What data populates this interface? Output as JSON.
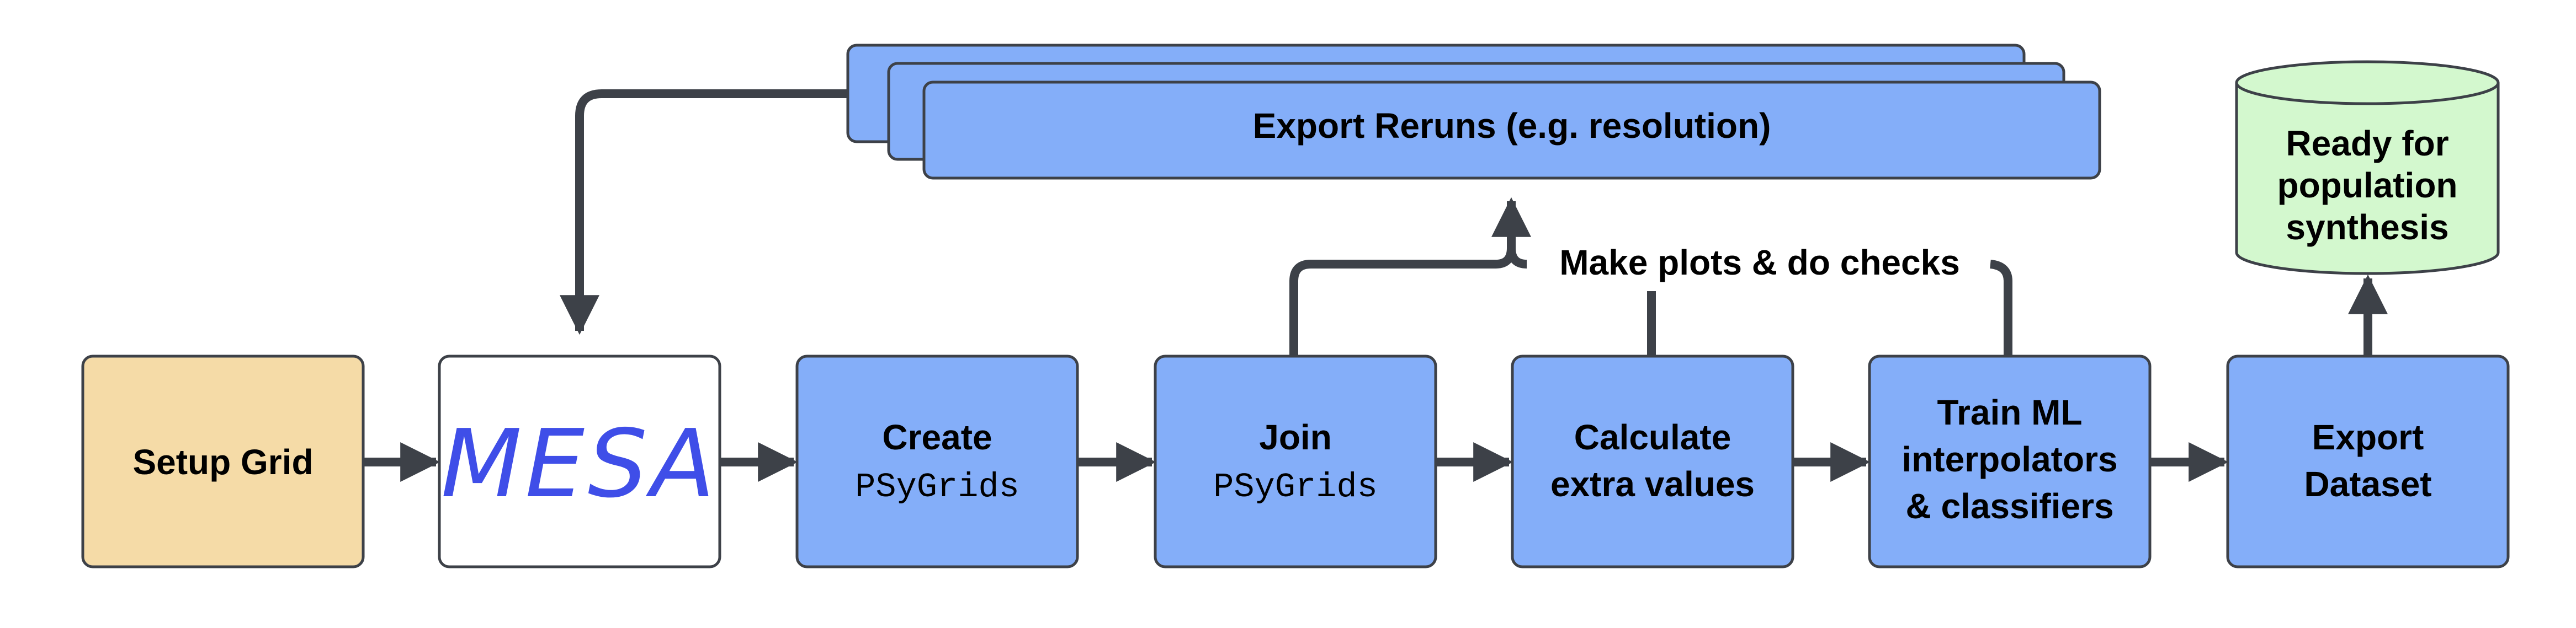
{
  "colors": {
    "process_fill": "#84aef9",
    "setup_fill": "#f5dba7",
    "mesa_fill": "#ffffff",
    "output_fill": "#d3f8ce",
    "edge": "#3d4148",
    "mesa_logo": "#3f4ee8"
  },
  "nodes": {
    "setup": {
      "label": "Setup Grid"
    },
    "mesa": {
      "logo_text": "MESA"
    },
    "create": {
      "line1": "Create",
      "line2": "PSyGrids"
    },
    "join": {
      "line1": "Join",
      "line2": "PSyGrids"
    },
    "calculate": {
      "line1": "Calculate",
      "line2": "extra values"
    },
    "train": {
      "line1": "Train ML",
      "line2": "interpolators",
      "line3": "& classifiers"
    },
    "export": {
      "line1": "Export",
      "line2": "Dataset"
    },
    "reruns": {
      "label": "Export Reruns (e.g. resolution)"
    },
    "ready": {
      "line1": "Ready for",
      "line2": "population",
      "line3": "synthesis"
    }
  },
  "annotations": {
    "checks": "Make plots & do checks"
  }
}
